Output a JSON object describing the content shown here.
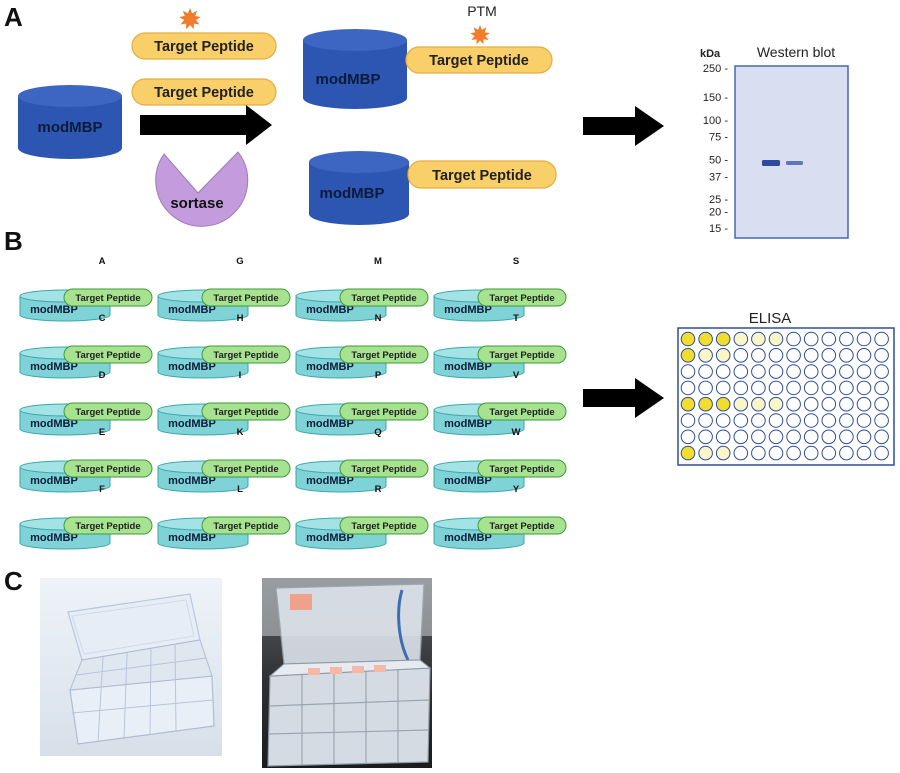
{
  "panels": {
    "a": "A",
    "b": "B",
    "c": "C"
  },
  "panel_a": {
    "protein_label": "modMBP",
    "peptide_label": "Target Peptide",
    "enzyme_label": "sortase",
    "ptm_label": "PTM"
  },
  "western_blot": {
    "title": "Western blot",
    "unit_label": "kDa",
    "markers": [
      "250",
      "150",
      "100",
      "75",
      "50",
      "37",
      "25",
      "20",
      "15"
    ],
    "marker_values": [
      250,
      150,
      100,
      75,
      50,
      37,
      25,
      20,
      15
    ],
    "bands": [
      {
        "lane": 1,
        "kda": 47,
        "intensity": "strong"
      },
      {
        "lane": 2,
        "kda": 47,
        "intensity": "weak"
      }
    ],
    "colors": {
      "membrane": "#d9def1",
      "band": "#2d4aa0"
    }
  },
  "panel_b": {
    "protein_label": "modMBP",
    "peptide_label": "Target Peptide",
    "columns": [
      [
        "A",
        "C",
        "D",
        "E",
        "F"
      ],
      [
        "G",
        "H",
        "I",
        "K",
        "L"
      ],
      [
        "M",
        "N",
        "P",
        "Q",
        "R"
      ],
      [
        "S",
        "T",
        "V",
        "W",
        "Y"
      ]
    ]
  },
  "elisa": {
    "title": "ELISA",
    "rows": 8,
    "cols": 12,
    "well_levels": [
      [
        3,
        3,
        3,
        1,
        1,
        1,
        0,
        0,
        0,
        0,
        0,
        0
      ],
      [
        3,
        1,
        1,
        0,
        0,
        0,
        0,
        0,
        0,
        0,
        0,
        0
      ],
      [
        0,
        0,
        0,
        0,
        0,
        0,
        0,
        0,
        0,
        0,
        0,
        0
      ],
      [
        0,
        0,
        0,
        0,
        0,
        0,
        0,
        0,
        0,
        0,
        0,
        0
      ],
      [
        3,
        3,
        3,
        1,
        1,
        1,
        0,
        0,
        0,
        0,
        0,
        0
      ],
      [
        0,
        0,
        0,
        0,
        0,
        0,
        0,
        0,
        0,
        0,
        0,
        0
      ],
      [
        0,
        0,
        0,
        0,
        0,
        0,
        0,
        0,
        0,
        0,
        0,
        0
      ],
      [
        3,
        1,
        1,
        0,
        0,
        0,
        0,
        0,
        0,
        0,
        0,
        0
      ]
    ],
    "colors": {
      "empty": "#ffffff",
      "weak": "#fbf6c8",
      "strong": "#f0dd2e",
      "outline": "#2e4e9a"
    }
  },
  "colors": {
    "modmbp_fill": "#2c56b1",
    "modmbp_top": "#3d66c2",
    "modmbp_small_fill": "#7fd3d6",
    "peptide_fill": "#f9cf6a",
    "peptide_small_fill": "#a6e28f",
    "sortase_fill": "#c49bdd",
    "ptm_star": "#ef7d2c",
    "arrow": "#000000"
  }
}
